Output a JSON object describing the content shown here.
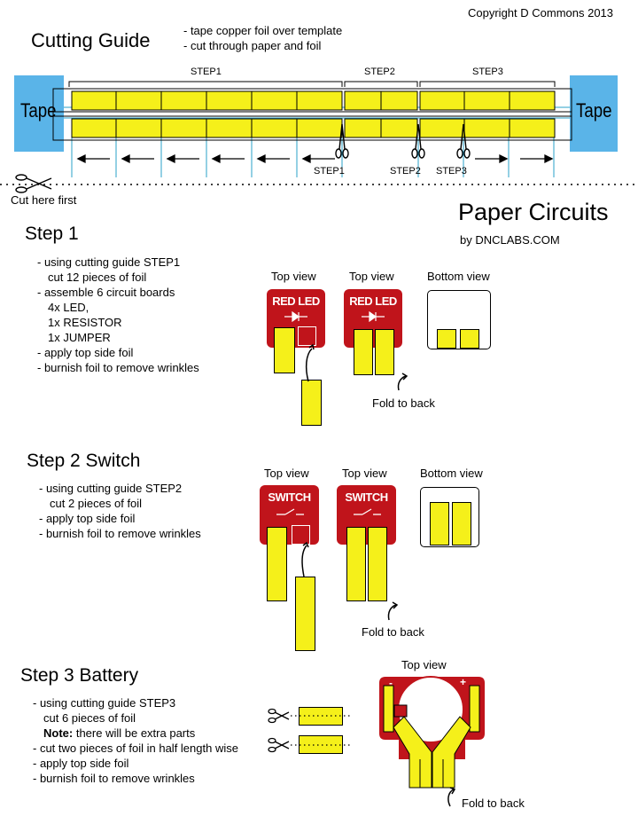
{
  "copyright": "Copyright D Commons 2013",
  "cutting_guide": {
    "title": "Cutting Guide",
    "notes": [
      "- tape copper foil over template",
      "- cut through paper and foil"
    ],
    "tape_label": "Tape",
    "step_labels": [
      "STEP1",
      "STEP2",
      "STEP3"
    ],
    "cut_labels": [
      "STEP1",
      "STEP2",
      "STEP3"
    ],
    "cut_here_first": "Cut here first"
  },
  "header": {
    "title": "Paper Circuits",
    "byline": "by DNCLABS.COM"
  },
  "step1": {
    "title": "Step 1",
    "lines": [
      "- using cutting guide STEP1",
      "cut 12 pieces of foil",
      "- assemble 6 circuit boards",
      "4x LED,",
      "1x RESISTOR",
      "1x JUMPER",
      "- apply top side foil",
      "- burnish foil to remove wrinkles"
    ],
    "view_top": "Top view",
    "view_bottom": "Bottom view",
    "board_label": "RED LED",
    "fold": "Fold to back"
  },
  "step2": {
    "title": "Step 2 Switch",
    "lines": [
      "- using cutting guide STEP2",
      "cut 2 pieces of foil",
      "- apply top side foil",
      "- burnish foil to remove wrinkles"
    ],
    "view_top": "Top view",
    "view_bottom": "Bottom view",
    "board_label": "SWITCH",
    "fold": "Fold to back"
  },
  "step3": {
    "title": "Step 3 Battery",
    "lines": [
      "- using cutting guide STEP3",
      "cut 6 pieces of foil",
      "there will be extra parts",
      "- cut two pieces of foil in half length wise",
      "- apply top side foil",
      "- burnish foil to remove wrinkles"
    ],
    "note_label": "Note:",
    "view_top": "Top view",
    "minus": "-",
    "plus": "+",
    "fold": "Fold to back"
  },
  "colors": {
    "foil": "#f5f01a",
    "board": "#c0141b",
    "tape": "#5ab4e8",
    "guide": "#2aa0c8"
  }
}
